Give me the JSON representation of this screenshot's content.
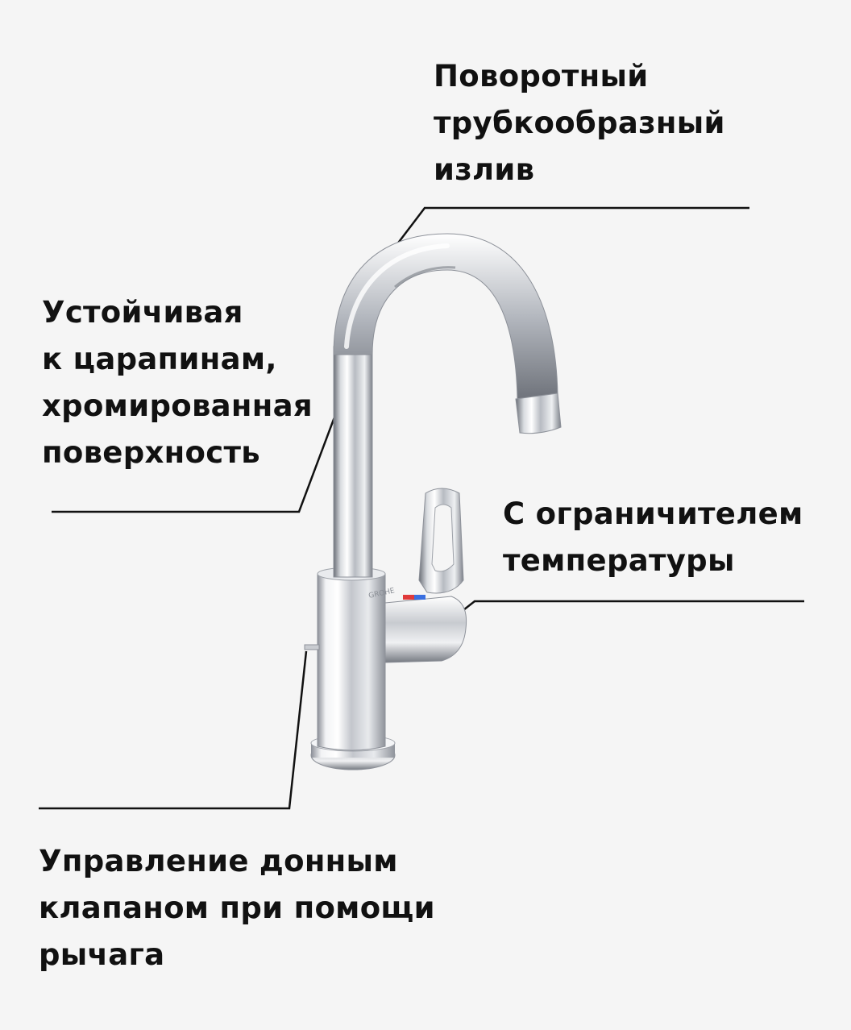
{
  "callouts": {
    "spout": {
      "lines": [
        "Поворотный",
        "трубкообразный",
        "излив"
      ]
    },
    "chrome_surface": {
      "lines": [
        "Устойчивая",
        "к царапинам,",
        "хромированная",
        "поверхность"
      ]
    },
    "temperature_limiter": {
      "lines": [
        "С ограничителем",
        "температуры"
      ]
    },
    "drain_control": {
      "lines": [
        "Управление донным",
        "клапаном при помощи",
        "рычага"
      ]
    }
  },
  "logo": {
    "brand": "GROHE"
  },
  "colors": {
    "background": "#f5f5f5",
    "text": "#111111",
    "leader_line": "#111111",
    "chrome_light": "#ffffff",
    "chrome_mid": "#c9ccd1",
    "chrome_dark": "#5c6068",
    "hot_indicator": "#e03a3a",
    "cold_indicator": "#3a6fe0"
  }
}
